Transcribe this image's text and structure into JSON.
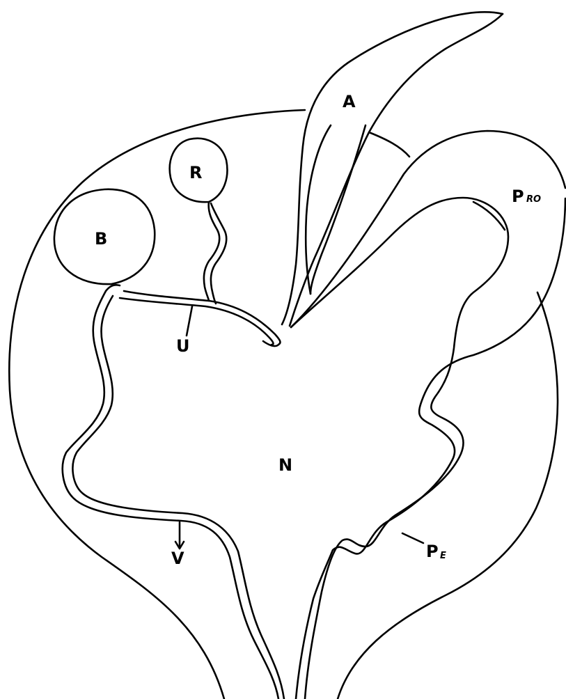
{
  "labels": {
    "A": "A",
    "R": "R",
    "B": "B",
    "U": "U",
    "N": "N",
    "V": "V",
    "P_main": "P",
    "RO_sub": "RO",
    "E_sub": "E"
  },
  "colors": {
    "ink": "#000000",
    "paper": "#ffffff"
  }
}
